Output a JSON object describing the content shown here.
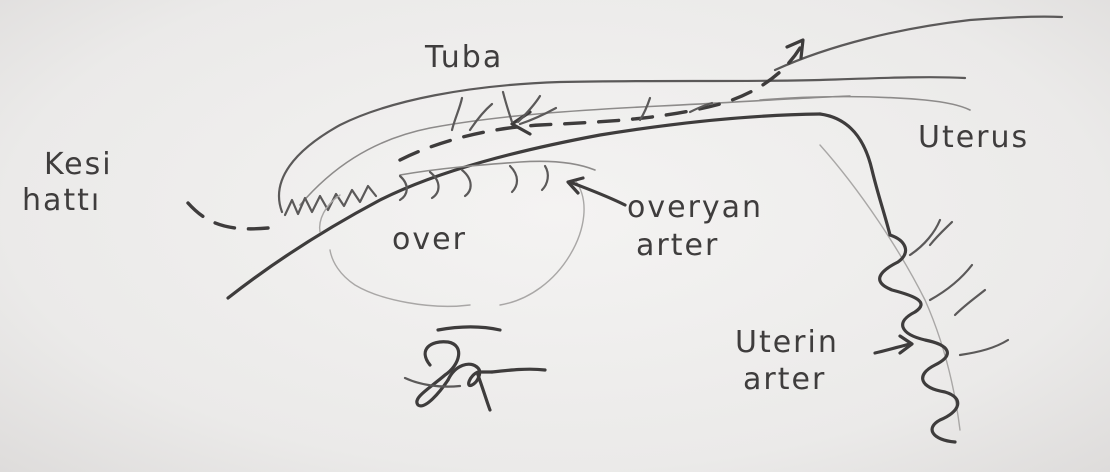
{
  "labels": {
    "tuba": "Tuba",
    "incision_line_1": "Kesi",
    "incision_line_2": "hattı",
    "uterus": "Uterus",
    "ovary": "over",
    "ovarian_artery_1": "overyan",
    "ovarian_artery_2": "arter",
    "uterine_artery_1": "Uterin",
    "uterine_artery_2": "arter"
  },
  "colors": {
    "paper": "#ecebea",
    "pencil_dark": "#3e3c3c",
    "pencil_light": "#8d8b8a"
  }
}
